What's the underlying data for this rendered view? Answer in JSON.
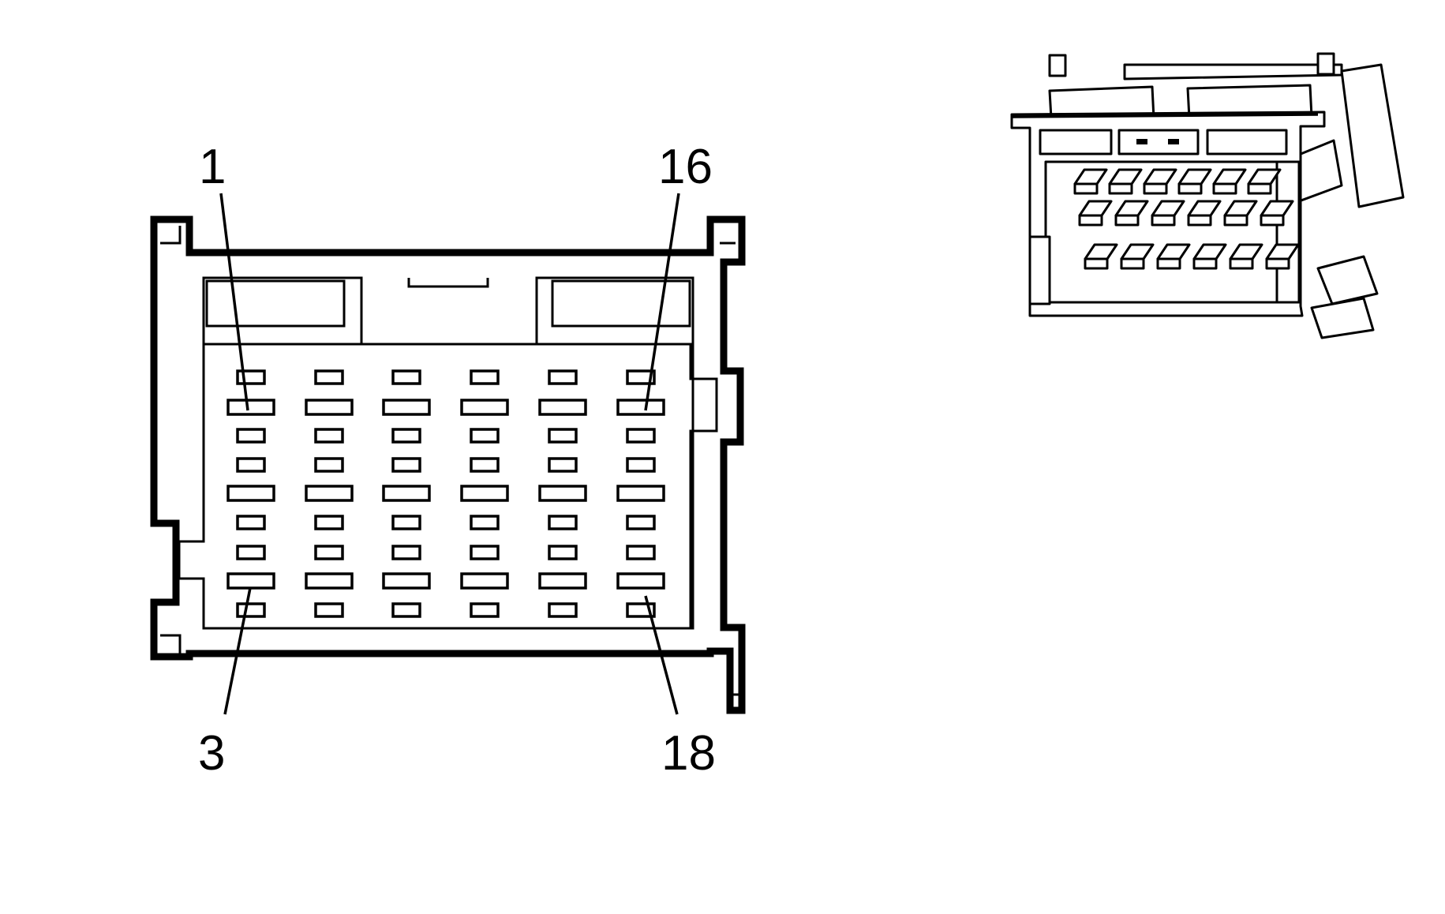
{
  "labels": {
    "pin_1": "1",
    "pin_16": "16",
    "pin_3": "3",
    "pin_18": "18"
  },
  "colors": {
    "line": "#000000",
    "background": "#ffffff"
  }
}
